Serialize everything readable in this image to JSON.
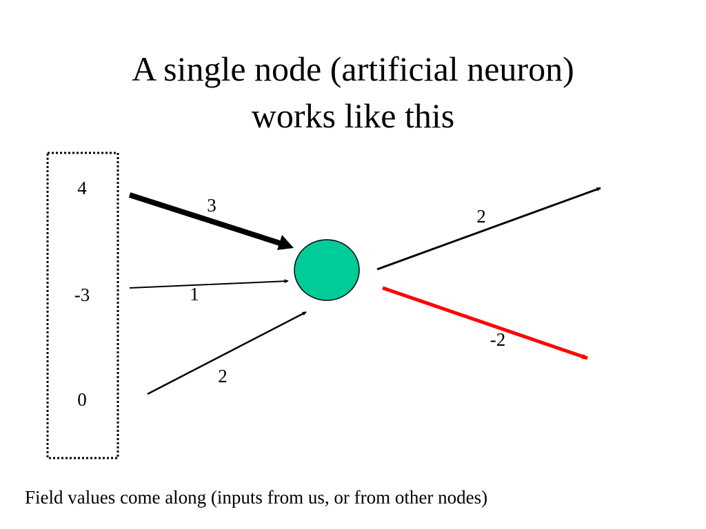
{
  "title": {
    "line1": "A single node (artificial neuron)",
    "line2": "works like this"
  },
  "inputs": [
    {
      "value": "4",
      "weight": "3"
    },
    {
      "value": "-3",
      "weight": "1"
    },
    {
      "value": "0",
      "weight": "2"
    }
  ],
  "outputs": [
    {
      "weight": "2",
      "color": "#000000"
    },
    {
      "weight": "-2",
      "color": "#ff0000"
    }
  ],
  "node": {
    "fill": "#00cc99",
    "stroke": "#000000"
  },
  "caption": "Field values come along (inputs from us, or from other nodes)"
}
